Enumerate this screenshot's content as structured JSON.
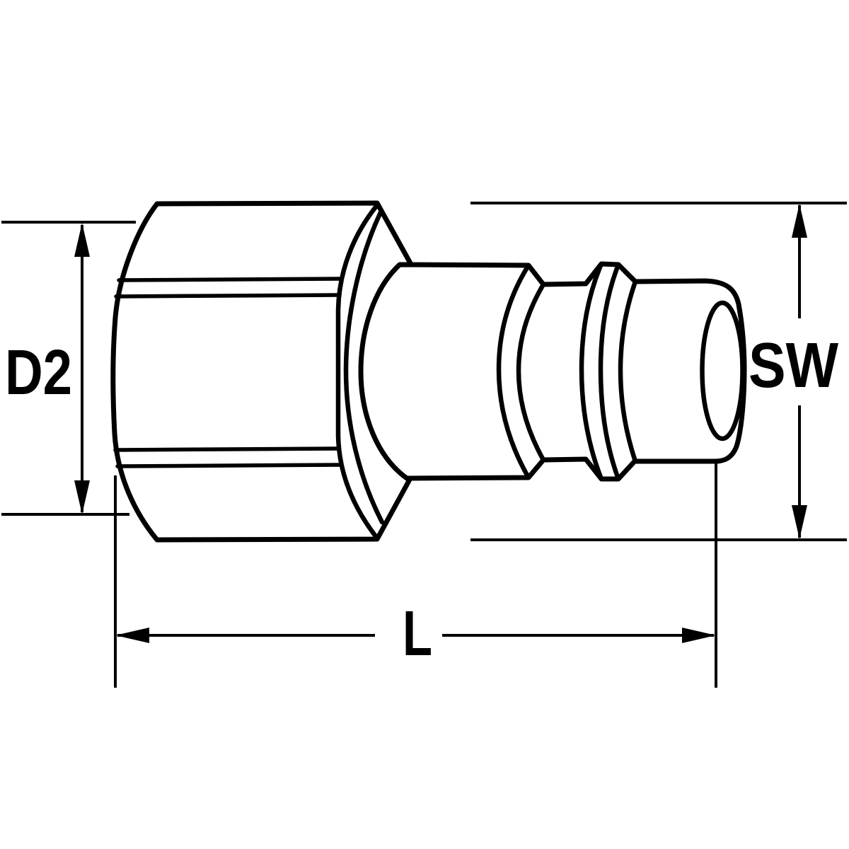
{
  "page": {
    "background": "#ffffff"
  },
  "drawing": {
    "type": "technical-line-drawing",
    "subject": "quick-coupling plug nipple with hex nut, side view",
    "line_color": "#000000",
    "labels": {
      "diameter": "D2",
      "wrench_size": "SW",
      "length": "L"
    }
  }
}
